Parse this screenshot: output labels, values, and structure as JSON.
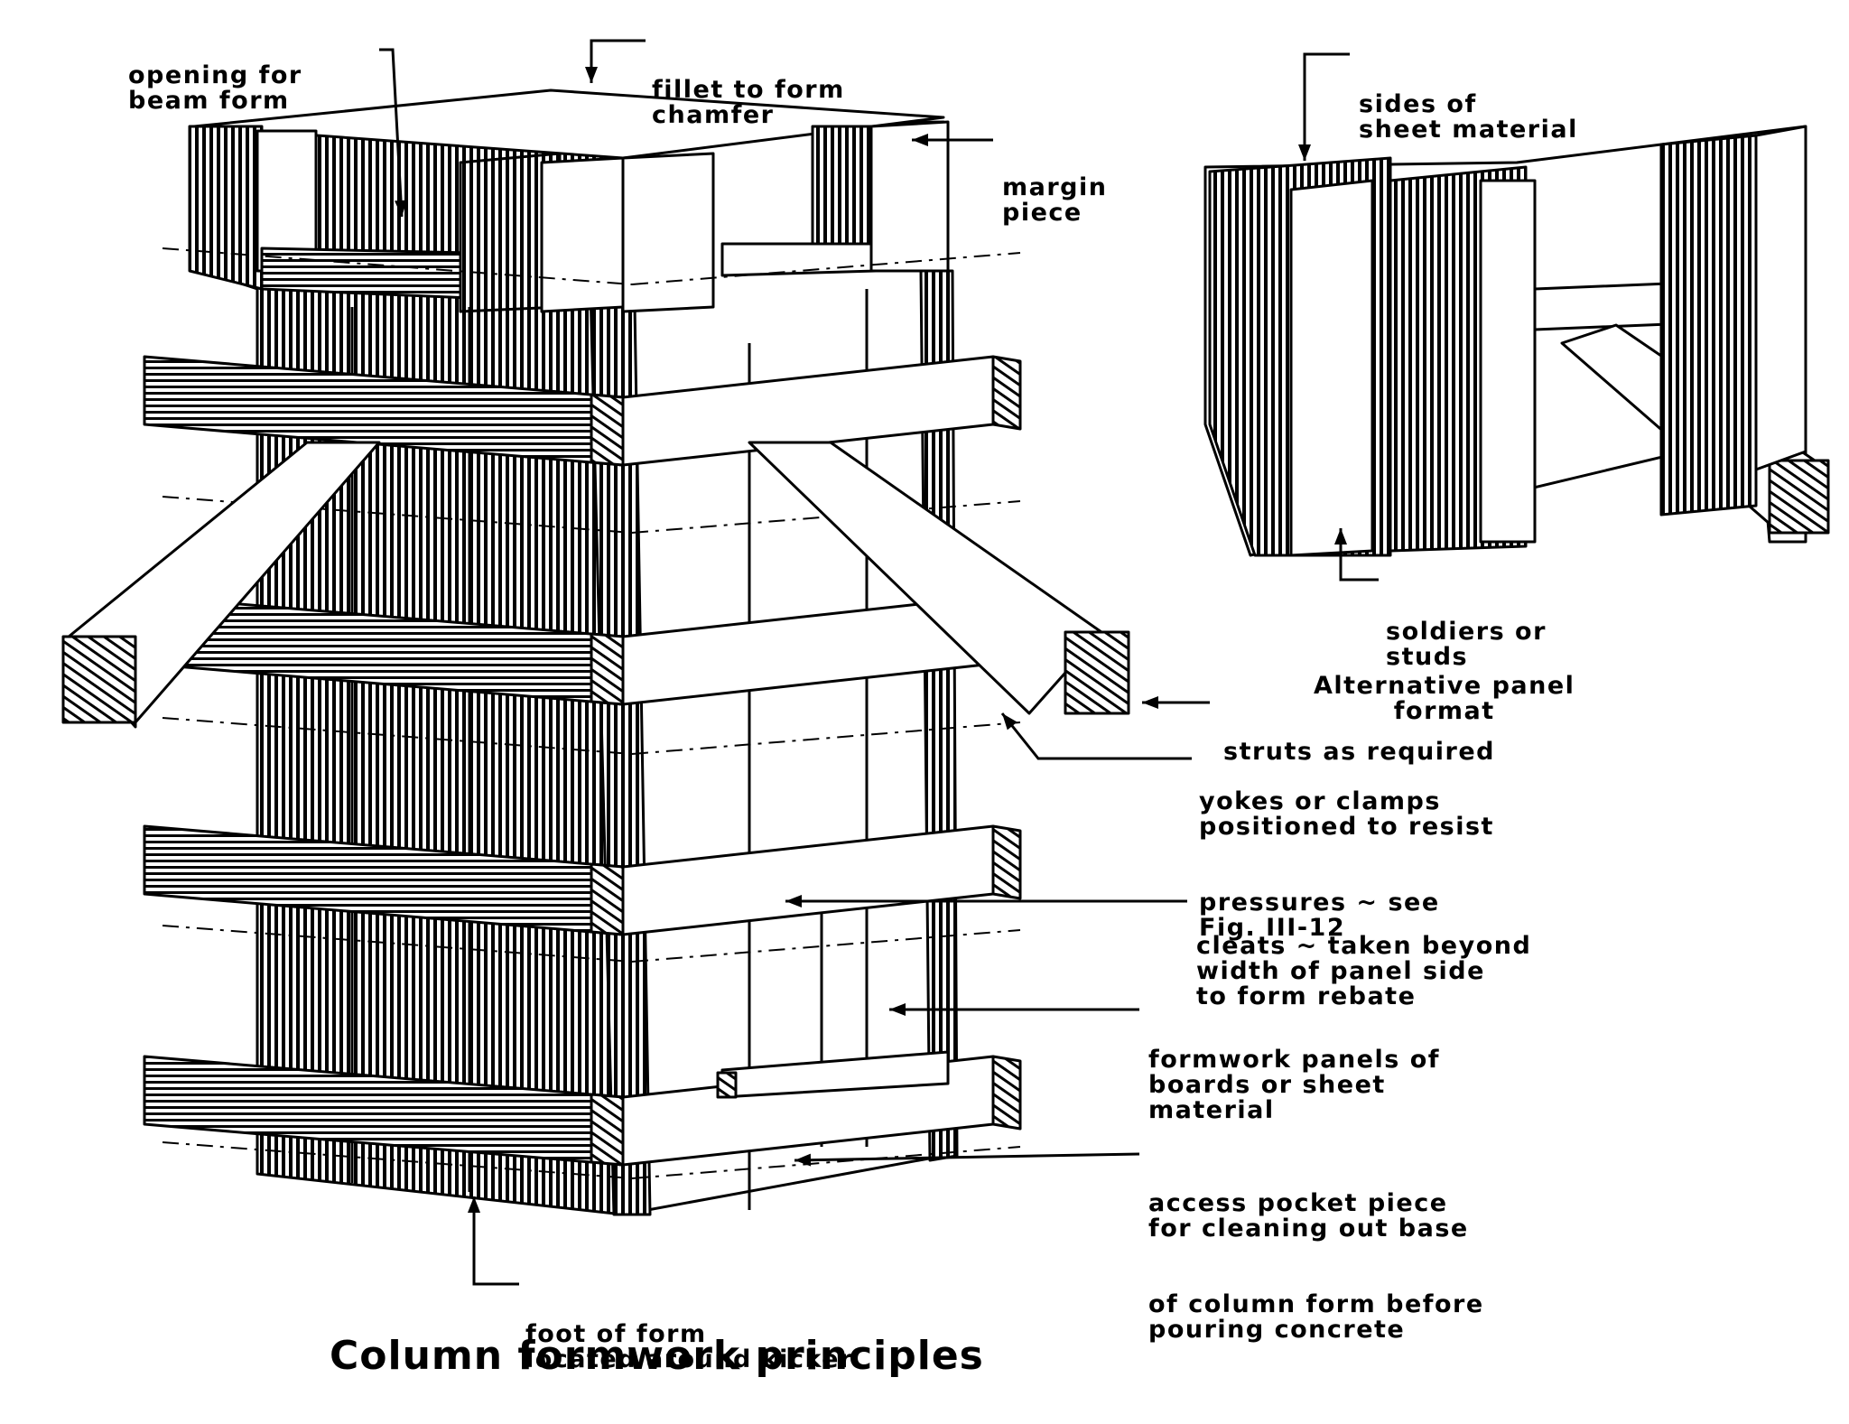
{
  "title": "Column formwork principles",
  "labels": {
    "opening_for_beam_form": [
      "opening for",
      "beam form"
    ],
    "fillet_to_form_chamfer": [
      "fillet to form",
      "chamfer"
    ],
    "margin_piece": [
      "margin",
      "piece"
    ],
    "sides_of_sheet_material": [
      "sides of",
      "sheet material"
    ],
    "soldiers_or_studs": [
      "soldiers or",
      "studs"
    ],
    "alternative_panel_format": [
      "Alternative panel",
      "format"
    ],
    "struts_as_required": [
      "struts as required"
    ],
    "yokes_or_clamps": [
      "yokes or clamps",
      "positioned to resist",
      "pressures ~ see",
      "Fig. III-12"
    ],
    "cleats": [
      "cleats ~ taken beyond",
      "width of panel side",
      "to form rebate"
    ],
    "formwork_panels": [
      "formwork panels of",
      "boards or sheet",
      "material"
    ],
    "access_pocket_piece": [
      "access pocket piece",
      "for cleaning out base",
      "of column form before",
      "pouring concrete"
    ],
    "foot_of_form": [
      "foot of form",
      "located around kicker"
    ]
  }
}
